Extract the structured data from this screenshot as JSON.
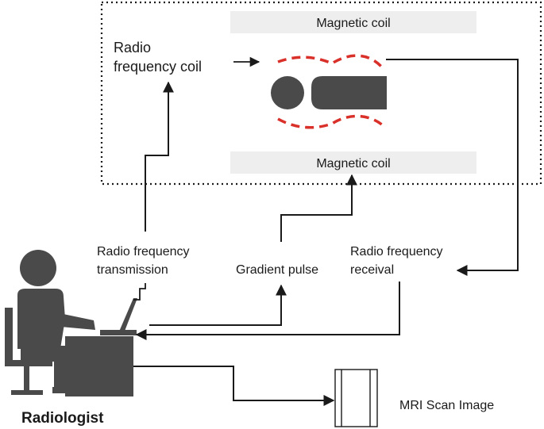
{
  "labels": {
    "magnetic_coil_top": "Magnetic coil",
    "magnetic_coil_bottom": "Magnetic coil",
    "rf_coil_line1": "Radio",
    "rf_coil_line2": "frequency coil",
    "rf_transmission_line1": "Radio frequency",
    "rf_transmission_line2": "transmission",
    "gradient_pulse": "Gradient pulse",
    "rf_receival_line1": "Radio frequency",
    "rf_receival_line2": "receival",
    "mri_scan_image": "MRI Scan Image",
    "radiologist": "Radiologist"
  },
  "colors": {
    "ink": "#1a1a1a",
    "figure": "#4a4a4a",
    "coil_fill": "#eeeeee",
    "rf_field": "#d9302a"
  }
}
